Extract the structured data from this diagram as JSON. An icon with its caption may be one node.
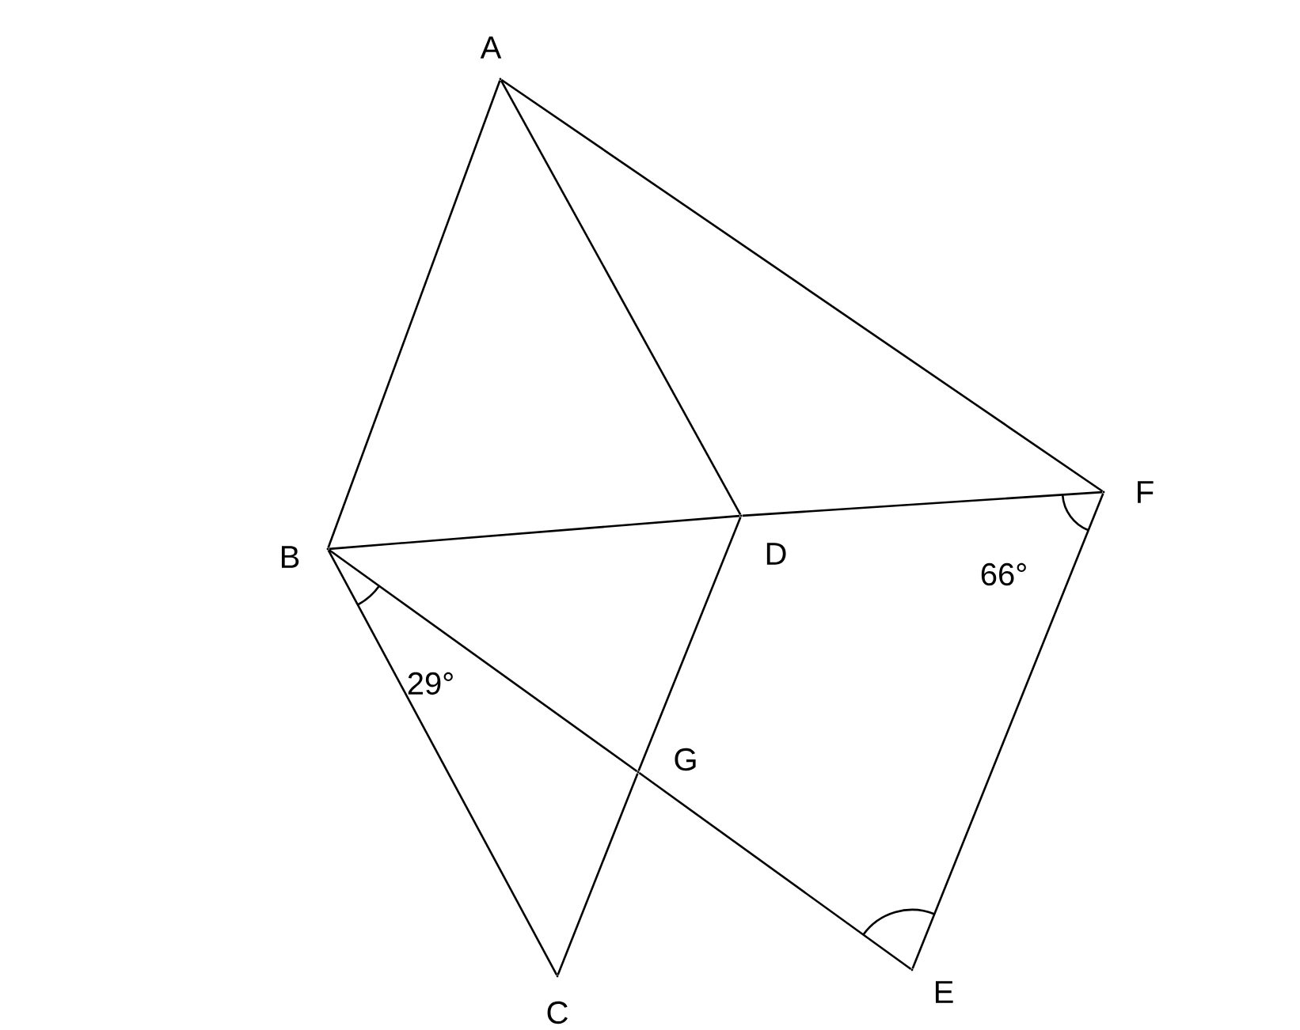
{
  "diagram": {
    "nodes": [
      {
        "text": [],
        "shape": "point",
        "beside": [
          "A"
        ]
      },
      {
        "text": [],
        "shape": "point",
        "beside": [
          "B"
        ]
      },
      {
        "text": [],
        "shape": "point",
        "beside": [
          "C"
        ]
      },
      {
        "text": [],
        "shape": "point",
        "beside": [
          "D"
        ]
      },
      {
        "text": [],
        "shape": "point",
        "beside": [
          "E"
        ]
      },
      {
        "text": [],
        "shape": "point",
        "beside": [
          "F"
        ]
      },
      {
        "text": [],
        "shape": "point",
        "beside": [
          "G"
        ]
      }
    ],
    "edges": [
      {
        "from": 0,
        "to": 1,
        "arrow": "none"
      },
      {
        "from": 0,
        "to": 3,
        "arrow": "none"
      },
      {
        "from": 0,
        "to": 5,
        "arrow": "none"
      },
      {
        "from": 1,
        "to": 3,
        "arrow": "none"
      },
      {
        "from": 3,
        "to": 5,
        "arrow": "none"
      },
      {
        "from": 1,
        "to": 2,
        "arrow": "none"
      },
      {
        "from": 1,
        "to": 6,
        "arrow": "none"
      },
      {
        "from": 6,
        "to": 4,
        "arrow": "none"
      },
      {
        "from": 3,
        "to": 6,
        "arrow": "none"
      },
      {
        "from": 6,
        "to": 2,
        "arrow": "none"
      },
      {
        "from": 5,
        "to": 4,
        "arrow": "none"
      }
    ],
    "labels": [
      "29°",
      "66°"
    ]
  }
}
